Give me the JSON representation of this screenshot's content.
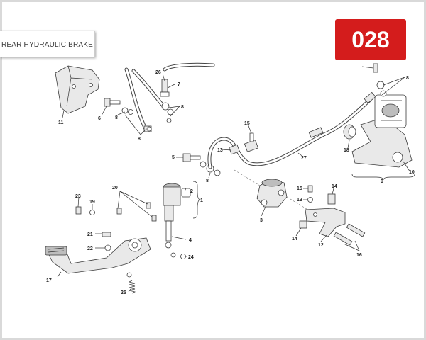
{
  "header": {
    "title": "REAR HYDRAULIC BRAKE"
  },
  "badge": {
    "number": "028",
    "color": "#d41c1c"
  },
  "callouts": [
    "1",
    "2",
    "3",
    "4",
    "5",
    "6",
    "7",
    "8",
    "9",
    "10",
    "11",
    "12",
    "13",
    "14",
    "15",
    "16",
    "17",
    "18",
    "19",
    "20",
    "21",
    "22",
    "23",
    "24",
    "25",
    "26",
    "27"
  ]
}
